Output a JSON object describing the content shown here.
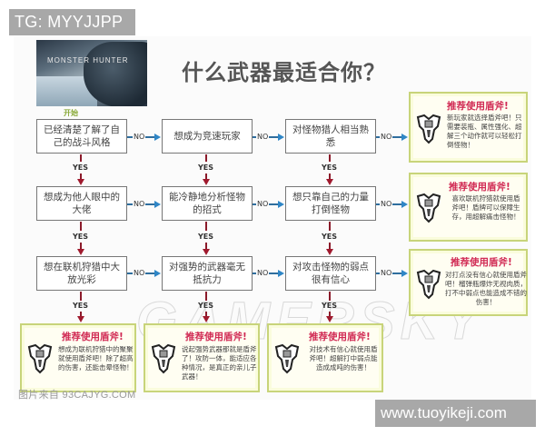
{
  "badges": {
    "top_left": "TG: MYYJJPP",
    "bottom_right": "www.tuoyikeji.com"
  },
  "poster": {
    "logo_text": "MONSTER HUNTER"
  },
  "start_label": "开始",
  "title": "什么武器最适合你？",
  "connectors": {
    "no": "NO",
    "yes": "YES"
  },
  "questions": [
    {
      "id": "q1",
      "text": "已经清楚了解了自己的战斗风格"
    },
    {
      "id": "q2",
      "text": "想成为竞速玩家"
    },
    {
      "id": "q3",
      "text": "对怪物猎人相当熟悉"
    },
    {
      "id": "q4",
      "text": "想成为他人眼中的大佬"
    },
    {
      "id": "q5",
      "text": "能冷静地分析怪物的招式"
    },
    {
      "id": "q6",
      "text": "想只靠自己的力量打倒怪物"
    },
    {
      "id": "q7",
      "text": "想在联机狩猎中大放光彩"
    },
    {
      "id": "q8",
      "text": "对强势的武器毫无抵抗力"
    },
    {
      "id": "q9",
      "text": "对攻击怪物的弱点很有信心"
    }
  ],
  "recommendations": [
    {
      "id": "r_right1",
      "title": "推荐使用盾斧!",
      "body": "新玩家就选择盾斧吧！只需要装瓶、属性强化、超解三个动作就可以轻松打倒怪物！",
      "icon": "charge-blade-icon"
    },
    {
      "id": "r_right2",
      "title": "推荐使用盾斧!",
      "body": "喜欢联机狩猎就使用盾斧吧！盾牌可以保障生存，用超解痛击怪物！",
      "icon": "charge-blade-icon"
    },
    {
      "id": "r_right3",
      "title": "推荐使用盾斧!",
      "body": "对打点没有信心就使用盾斧吧！榴弹瓶爆炸无视肉质，打不中弱点也能造成不错的伤害！",
      "icon": "charge-blade-icon"
    },
    {
      "id": "r_bottom1",
      "title": "推荐使用盾斧!",
      "body": "想成为联机狩猎中的聚聚就使用盾斧吧！除了超高的伤害，还能击晕怪物！",
      "icon": "charge-blade-icon"
    },
    {
      "id": "r_bottom2",
      "title": "推荐使用盾斧!",
      "body": "说起强势武器那就是盾斧了！攻防一体，能适应各种情况，是真正的亲儿子武器！",
      "icon": "charge-blade-icon"
    },
    {
      "id": "r_bottom3",
      "title": "推荐使用盾斧!",
      "body": "对技术有信心就使用盾斧吧！超解打中弱点能造成成吨的伤害！",
      "icon": "charge-blade-icon"
    }
  ],
  "watermark": "GAMERSKY",
  "source_note": "图片来自 93CAJYG.COM",
  "colors": {
    "title": "#555555",
    "rec_title": "#d12a54",
    "rec_border": "#c8d47a",
    "no_arrow": "#2f86c6",
    "yes_arrow": "#a01a2e",
    "start_label": "#8aaa3a"
  }
}
